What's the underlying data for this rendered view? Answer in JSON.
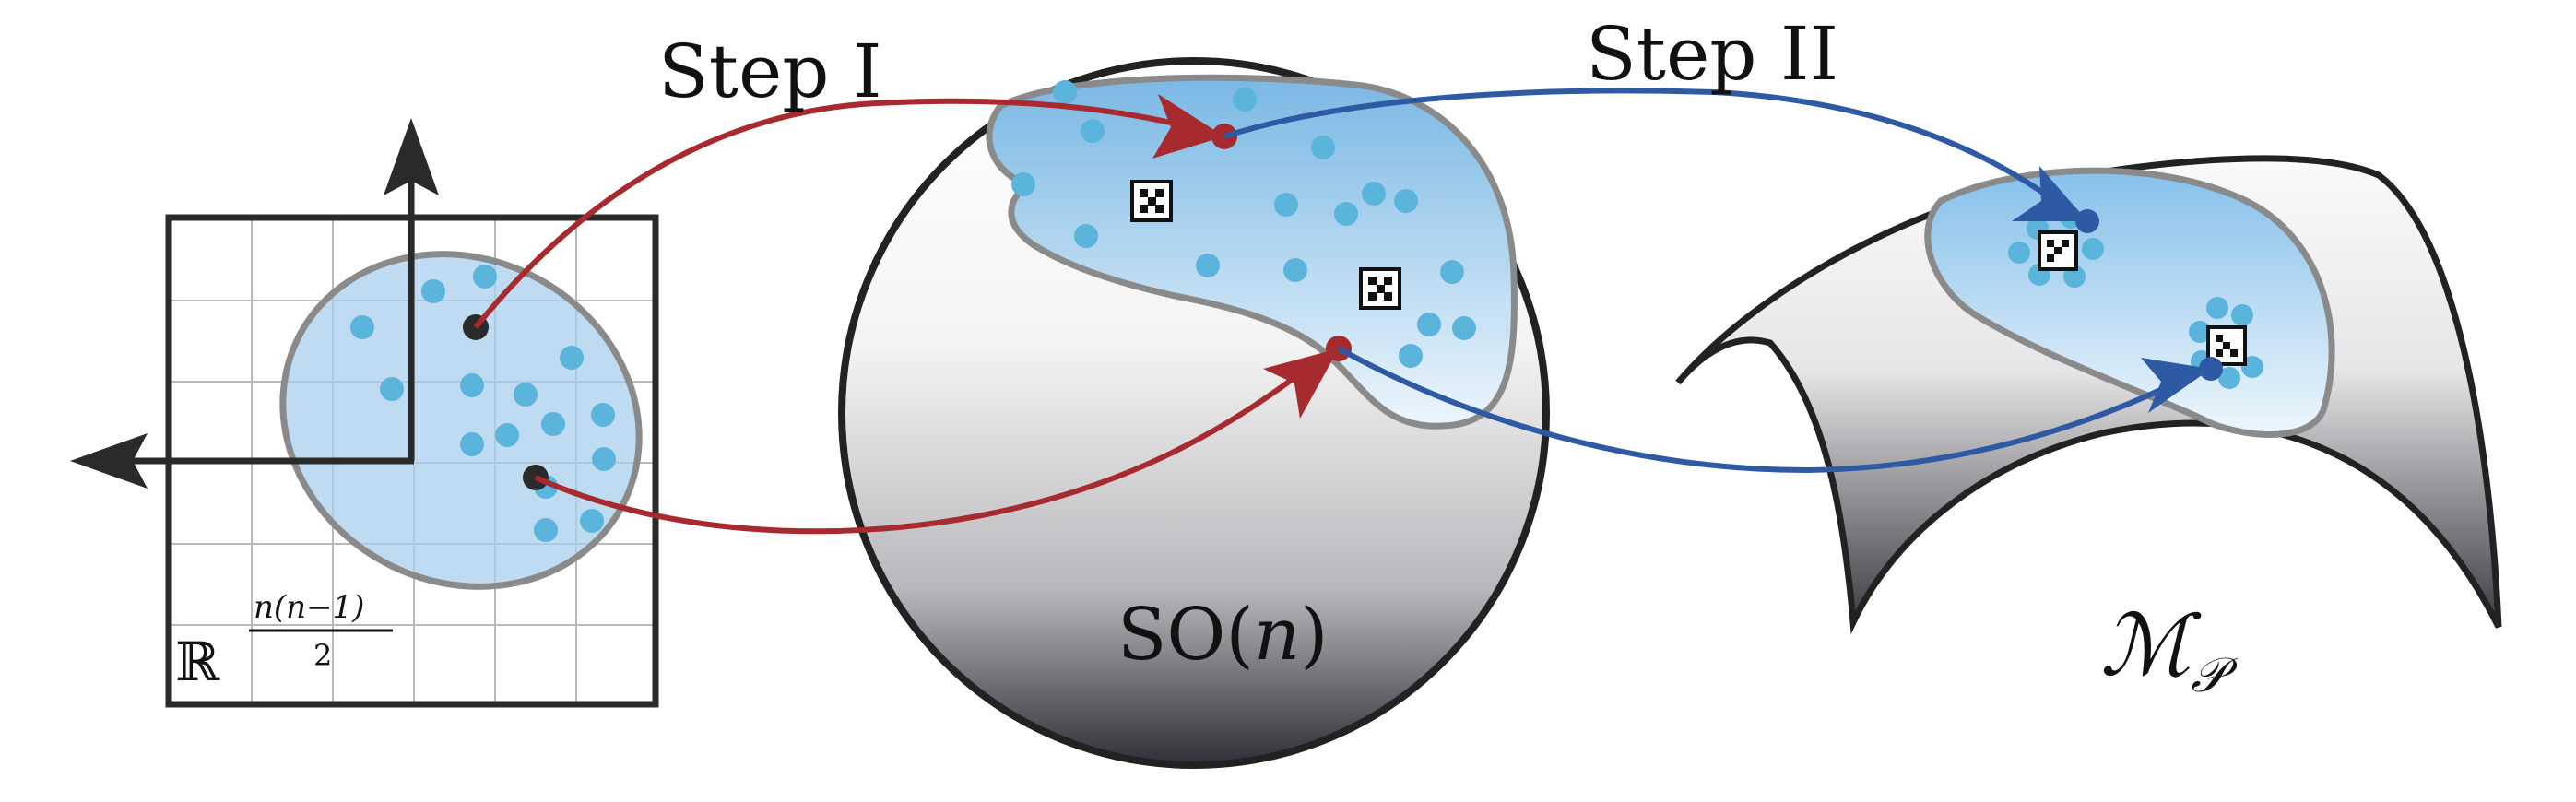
{
  "labels": {
    "step1": "Step I",
    "step2": "Step II",
    "euclid_base": "ℝ",
    "euclid_exp_num": "n(n−1)",
    "euclid_exp_den": "2",
    "so_prefix": "SO(",
    "so_var": "n",
    "so_suffix": ")",
    "manifold_main": "ℳ",
    "manifold_sub": "𝒫"
  },
  "colors": {
    "red_arrow": "#a72a2f",
    "blue_arrow": "#2e59a3",
    "dot": "#5ab4dc",
    "region_fill": "#a6cdea",
    "region_stroke": "#8a8a8a",
    "outline": "#222222"
  },
  "icons": [
    "pattern-icon",
    "pattern-icon",
    "pattern-icon",
    "pattern-icon"
  ]
}
